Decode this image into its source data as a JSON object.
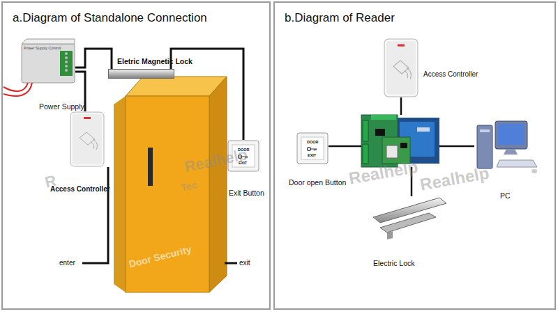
{
  "diagram": {
    "nodes": [
      {
        "text": [
          "a.Diagram of Standalone Connection"
        ]
      },
      {
        "text": [
          "Power Supply",
          "Power Supply Control"
        ],
        "in": 0
      },
      {
        "text": [
          "Eletric Magnetic Lock"
        ],
        "in": 0
      },
      {
        "text": [
          "Access Controller"
        ],
        "in": 0
      },
      {
        "text": [
          "Exit Button",
          "DOOR",
          "EXIT"
        ],
        "in": 0
      },
      {
        "text": [
          "b.Diagram of Reader"
        ]
      },
      {
        "text": [
          "Access Controller"
        ],
        "in": 5
      },
      {
        "text": [],
        "in": 5
      },
      {
        "text": [
          "Door open Button",
          "DOOR",
          "EXIT"
        ],
        "in": 5
      },
      {
        "text": [
          "PC"
        ],
        "in": 5
      },
      {
        "text": [
          "Electric Lock"
        ],
        "in": 5
      }
    ],
    "edges": [
      {
        "from": 1,
        "to": 2,
        "arrow": "none"
      },
      {
        "from": 1,
        "to": 3,
        "arrow": "none"
      },
      {
        "from": 2,
        "to": 4,
        "arrow": "none"
      },
      {
        "from": 6,
        "to": 7,
        "arrow": "none"
      },
      {
        "from": 8,
        "to": 7,
        "arrow": "none"
      },
      {
        "from": 7,
        "to": 9,
        "arrow": "none"
      },
      {
        "from": 7,
        "to": 10,
        "arrow": "none"
      }
    ],
    "labels": [
      "enter",
      "exit",
      "Realhelp",
      "Tec",
      "Door Security",
      "R",
      "Realhelp",
      "Realhelp"
    ]
  }
}
